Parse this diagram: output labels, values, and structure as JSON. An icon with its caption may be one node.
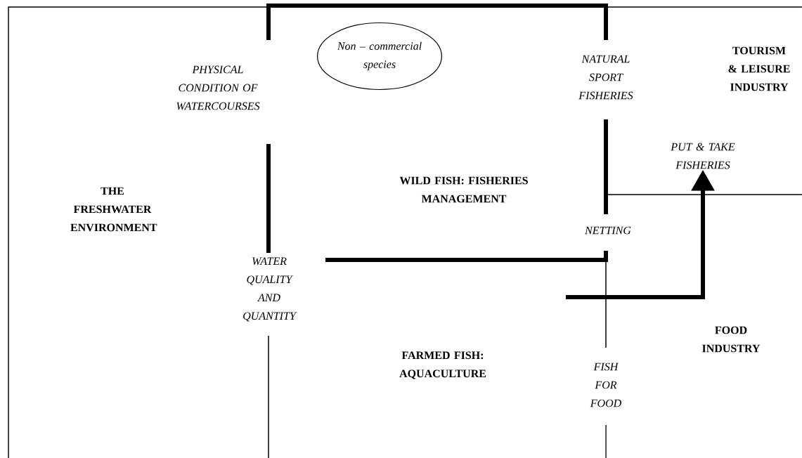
{
  "diagram": {
    "nodes": [
      {
        "text": [
          "Non – commercial species"
        ]
      },
      {
        "text": [
          "PUT & TAKE FISHERIES"
        ]
      }
    ],
    "edges": [
      {
        "from": null,
        "to": 1,
        "arrow": "to"
      }
    ],
    "labels": [
      "PHYSICAL CONDITION OF WATERCOURSES",
      "NATURAL SPORT FISHERIES",
      "TOURISM & LEISURE INDUSTRY",
      "WILD FISH: FISHERIES MANAGEMENT",
      "THE FRESHWATER ENVIRONMENT",
      "NETTING",
      "WATER QUALITY AND QUANTITY",
      "FOOD INDUSTRY",
      "FARMED FISH: AQUACULTURE",
      "FISH FOR FOOD"
    ]
  }
}
